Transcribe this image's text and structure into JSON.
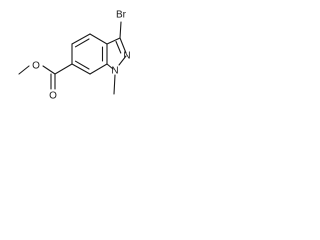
{
  "structure": {
    "atoms": {
      "bromine": "Br",
      "ring_nitrogen_2": "N",
      "ring_nitrogen_1": "N",
      "ester_oxygen": "O",
      "carbonyl_oxygen": "O"
    },
    "colors": {
      "ink": "#1a1a1a",
      "background": "#ffffff"
    }
  }
}
